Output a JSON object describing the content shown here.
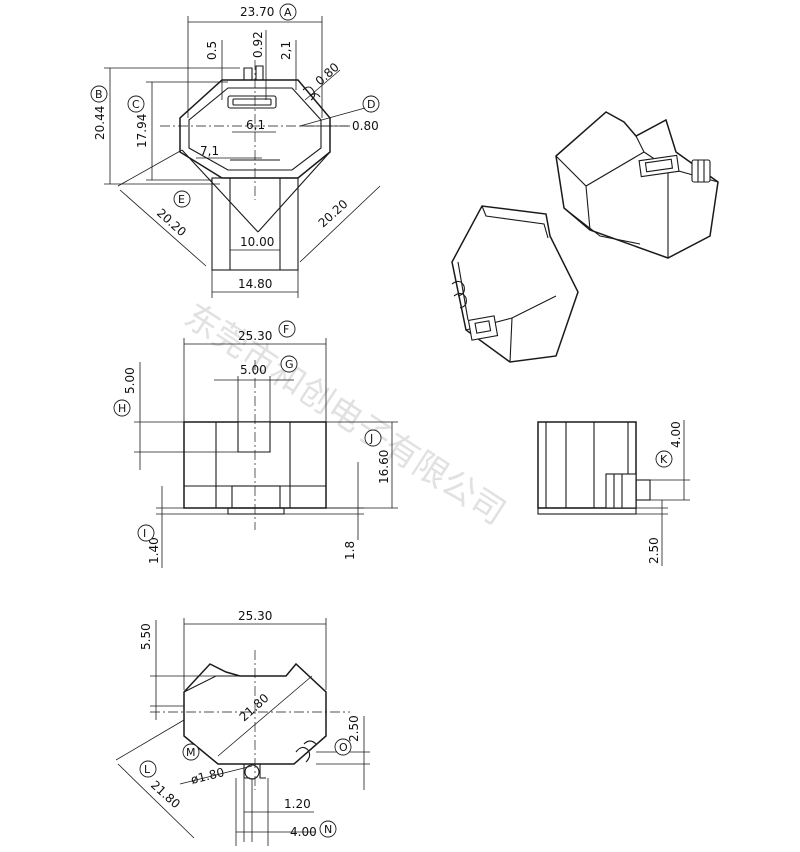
{
  "watermark": "东莞市和创电子有限公司",
  "views": {
    "top": {
      "dims": {
        "width_total": "23.70",
        "slot_05": "0.5",
        "slot_092": "0.92",
        "slot_21": "2,1",
        "chamfer_080": "0.80",
        "height_2044": "20.44",
        "height_1794": "17.94",
        "inner_61": "6,1",
        "side_080": "0.80",
        "offset_71": "7,1",
        "diag_left": "20.20",
        "diag_right": "20.20",
        "inner_width": "10.00",
        "outer_width": "14.80"
      },
      "callouts": [
        "A",
        "B",
        "C",
        "D",
        "E"
      ]
    },
    "front": {
      "dims": {
        "width_total": "25.30",
        "slot_width": "5.00",
        "slot_depth": "5.00",
        "height": "16.60",
        "base_140": "1.40",
        "base_18": "1.8"
      },
      "callouts": [
        "F",
        "G",
        "H",
        "I",
        "J"
      ]
    },
    "side": {
      "dims": {
        "pin_height": "4.00",
        "pin_base": "2.50"
      },
      "callouts": [
        "K"
      ]
    },
    "bottom": {
      "dims": {
        "width_total": "25.30",
        "offset_550": "5.50",
        "diag_inner": "21.80",
        "pin_250": "2.50",
        "hole_dia": "ø1.80",
        "diag_outer": "21.80",
        "pin_gap": "1.20",
        "pin_span": "4.00"
      },
      "callouts": [
        "L",
        "M",
        "N",
        "O"
      ]
    }
  }
}
